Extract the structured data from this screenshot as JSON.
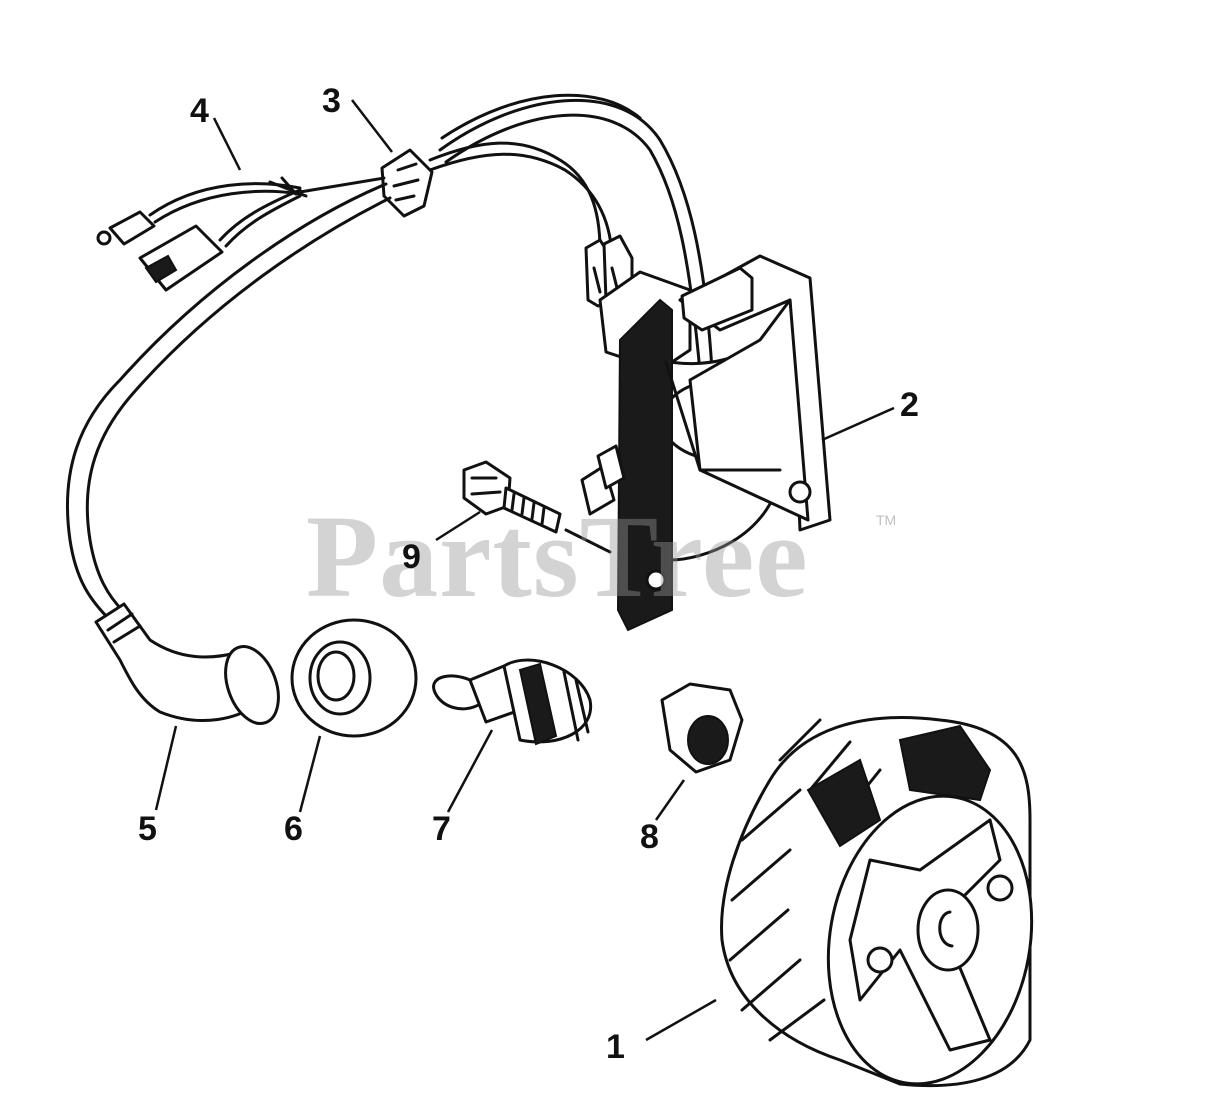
{
  "watermark": {
    "text": "PartsTree",
    "mark": "TM"
  },
  "callouts": [
    {
      "id": "1",
      "label": "1"
    },
    {
      "id": "2",
      "label": "2"
    },
    {
      "id": "3",
      "label": "3"
    },
    {
      "id": "4",
      "label": "4"
    },
    {
      "id": "5",
      "label": "5"
    },
    {
      "id": "6",
      "label": "6"
    },
    {
      "id": "7",
      "label": "7"
    },
    {
      "id": "8",
      "label": "8"
    },
    {
      "id": "9",
      "label": "9"
    }
  ],
  "colors": {
    "ink": "#111111",
    "paper": "#ffffff",
    "watermark": "#969696"
  }
}
